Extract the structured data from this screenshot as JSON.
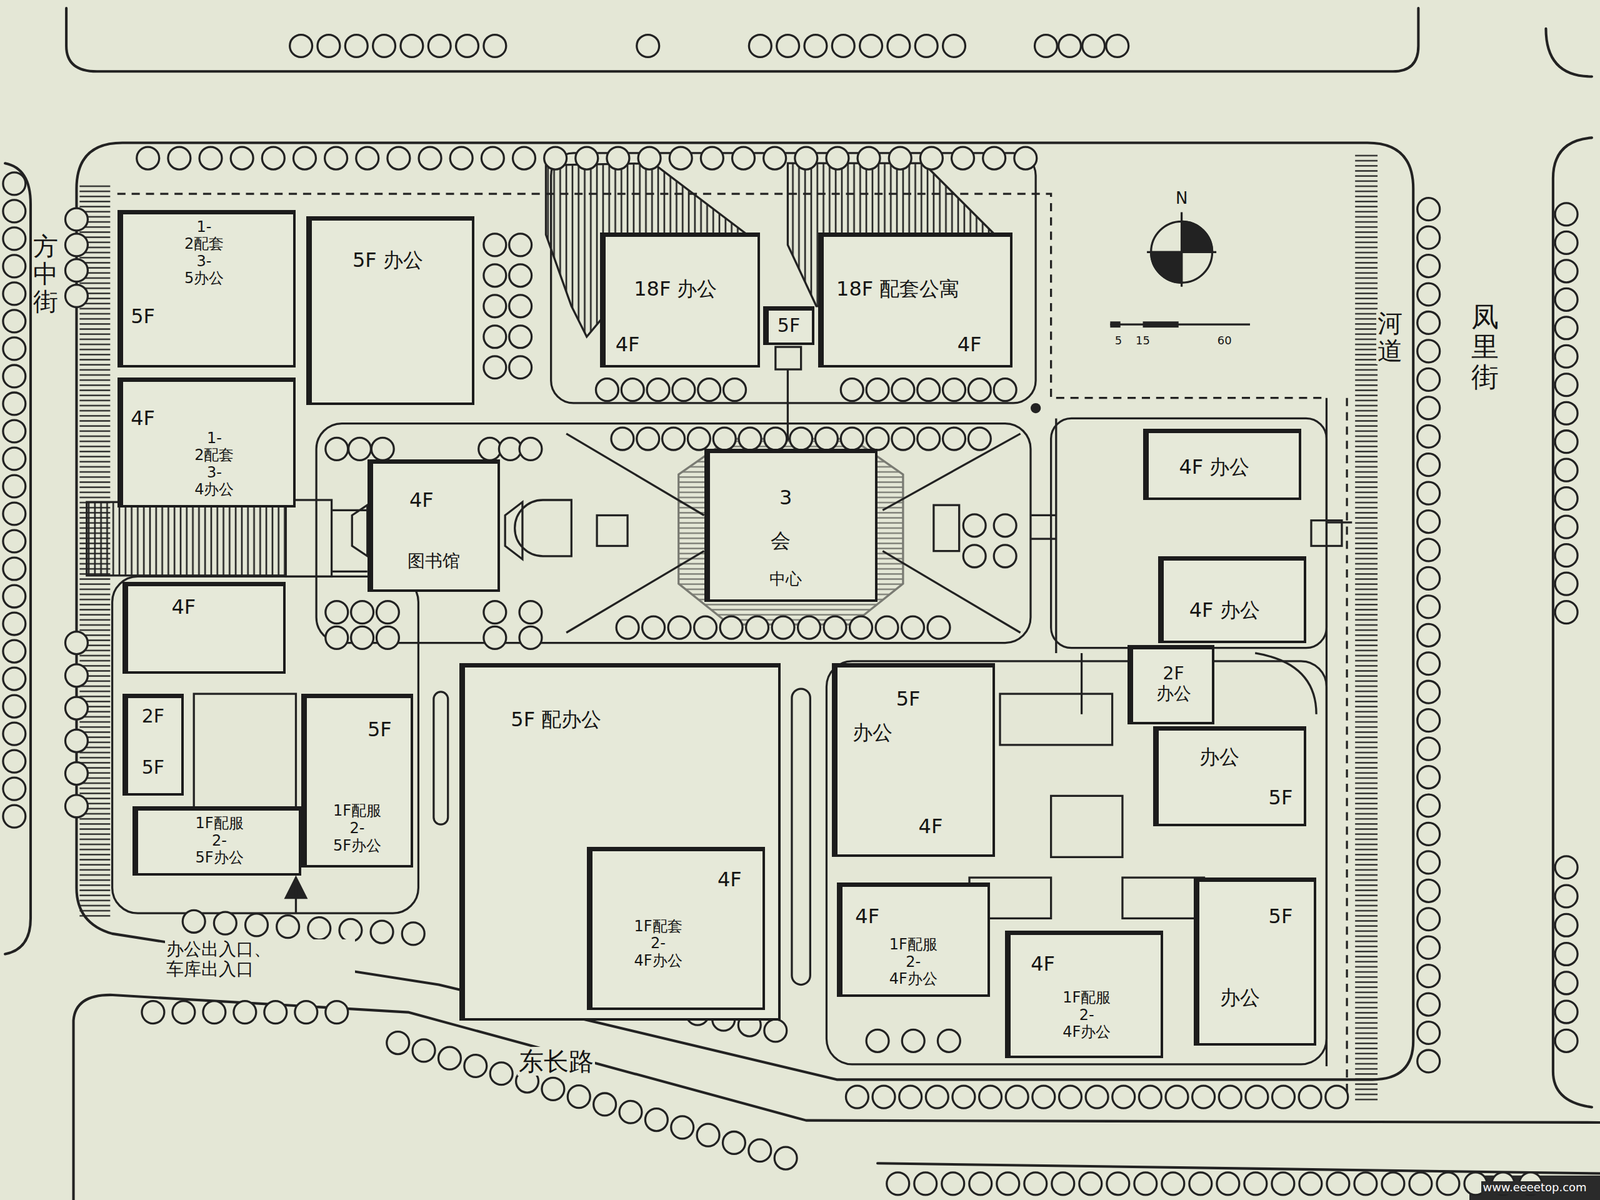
{
  "diagram": {
    "nodes": [
      {
        "text": [
          "1-2配套 3-5办公",
          "5F"
        ]
      },
      {
        "text": [
          "5F 办公"
        ]
      },
      {
        "text": [
          "4F",
          "1-2配套 3-4办公"
        ]
      },
      {
        "text": [
          "18F 办公",
          "4F"
        ]
      },
      {
        "text": [
          "5F"
        ]
      },
      {
        "text": [
          "18F 配套公寓",
          "4F"
        ]
      },
      {
        "text": [
          "4F",
          "图书馆"
        ]
      },
      {
        "text": [
          "3",
          "会",
          "中心"
        ]
      },
      {
        "text": [
          "4F 办公"
        ]
      },
      {
        "text": [
          "4F 办公"
        ]
      },
      {
        "text": [
          "2F 办公"
        ]
      },
      {
        "text": [
          "办公",
          "5F"
        ]
      },
      {
        "text": [
          "4F"
        ]
      },
      {
        "text": [
          "2F",
          "5F"
        ]
      },
      {
        "text": [
          "1F配服 2-5F办公"
        ]
      },
      {
        "text": [
          "5F",
          "1F配服 2-5F办公"
        ]
      },
      {
        "text": [
          "5F 配办公"
        ]
      },
      {
        "text": [
          "4F",
          "1F配套 2-4F办公"
        ],
        "in": 16
      },
      {
        "text": [
          "5F",
          "办公",
          "4F"
        ]
      },
      {
        "text": [
          "4F",
          "1F配服 2-4F办公"
        ]
      },
      {
        "text": [
          "4F",
          "1F配服 2-4F办公"
        ]
      },
      {
        "text": [
          "5F",
          "办公"
        ]
      }
    ],
    "labels": [
      "方中街",
      "凤里街",
      "河道",
      "东长路",
      "办公出入口、车库出入口",
      "N",
      "5",
      "15",
      "60",
      "www.eeeetop.com"
    ]
  }
}
